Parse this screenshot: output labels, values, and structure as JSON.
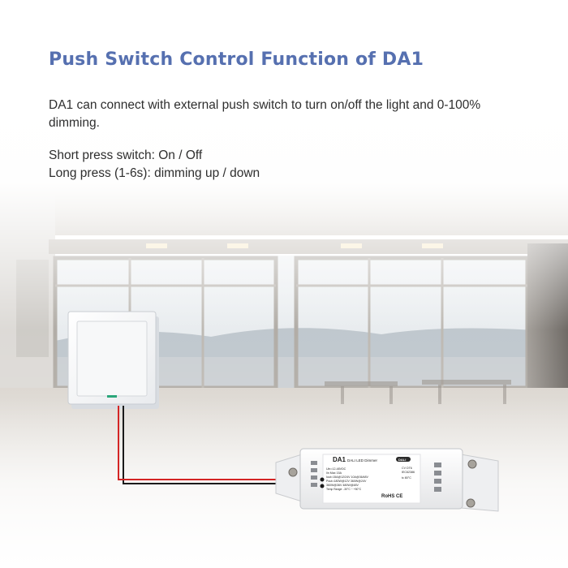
{
  "heading": "Push Switch Control Function of DA1",
  "description": "DA1 can connect with external push switch to turn on/off the light and 0-100% dimming.",
  "short_press": "Short press switch: On / Off",
  "long_press": "Long press (1-6s): dimming up / down",
  "device": {
    "model": "DA1",
    "product_name": "DALI LED Dimmer",
    "logo_text": "DALI",
    "spec_lines": [
      "Uin=12-48VDC",
      "Iin Max 15A",
      "Iout=15A@12/24V 10A@36/48V",
      "Pout=180W@12V 360W@24V",
      "360W@36V 480W@48V",
      "Temp Range: -30°C ~ +50°C"
    ],
    "right_specs": [
      "CV DT6",
      "IEC62386",
      "tc 80°C"
    ],
    "cert_marks": "RoHS CE"
  },
  "colors": {
    "heading": "#5670b0",
    "text": "#2e2e2e",
    "wire_red": "#d42525",
    "wire_black": "#1a1a1a"
  }
}
